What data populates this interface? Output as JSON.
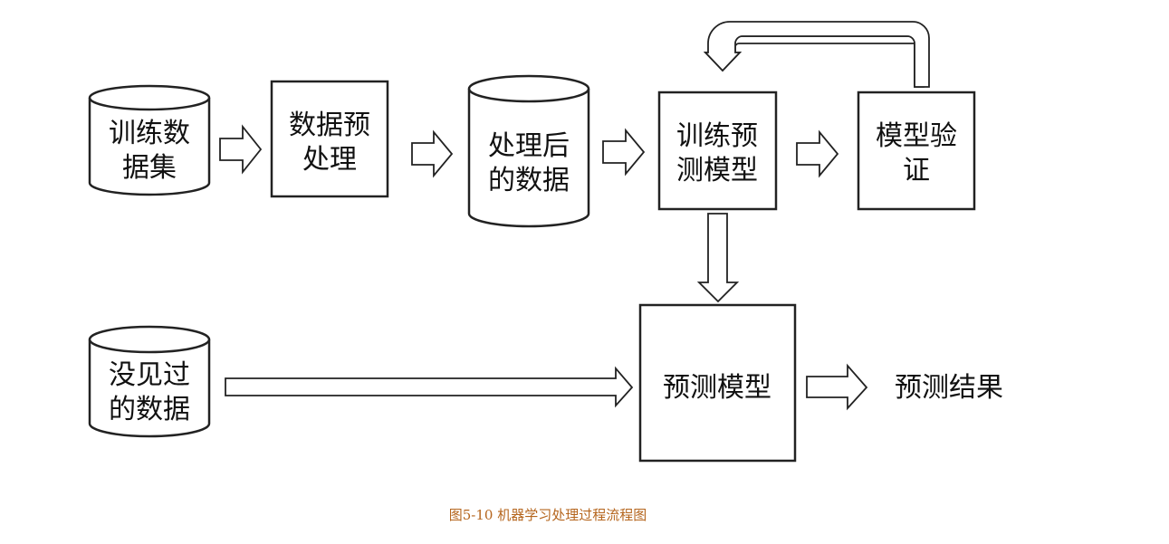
{
  "nodes": {
    "training_data": {
      "line1": "训练数",
      "line2": "据集"
    },
    "preprocess": {
      "line1": "数据预",
      "line2": "处理"
    },
    "processed_data": {
      "line1": "处理后",
      "line2": "的数据"
    },
    "train_model": {
      "line1": "训练预",
      "line2": "测模型"
    },
    "validate": {
      "line1": "模型验",
      "line2": "证"
    },
    "unseen_data": {
      "line1": "没见过",
      "line2": "的数据"
    },
    "predict_model": {
      "label": "预测模型"
    },
    "result": {
      "label": "预测结果"
    }
  },
  "caption": "图5-10 机器学习处理过程流程图"
}
